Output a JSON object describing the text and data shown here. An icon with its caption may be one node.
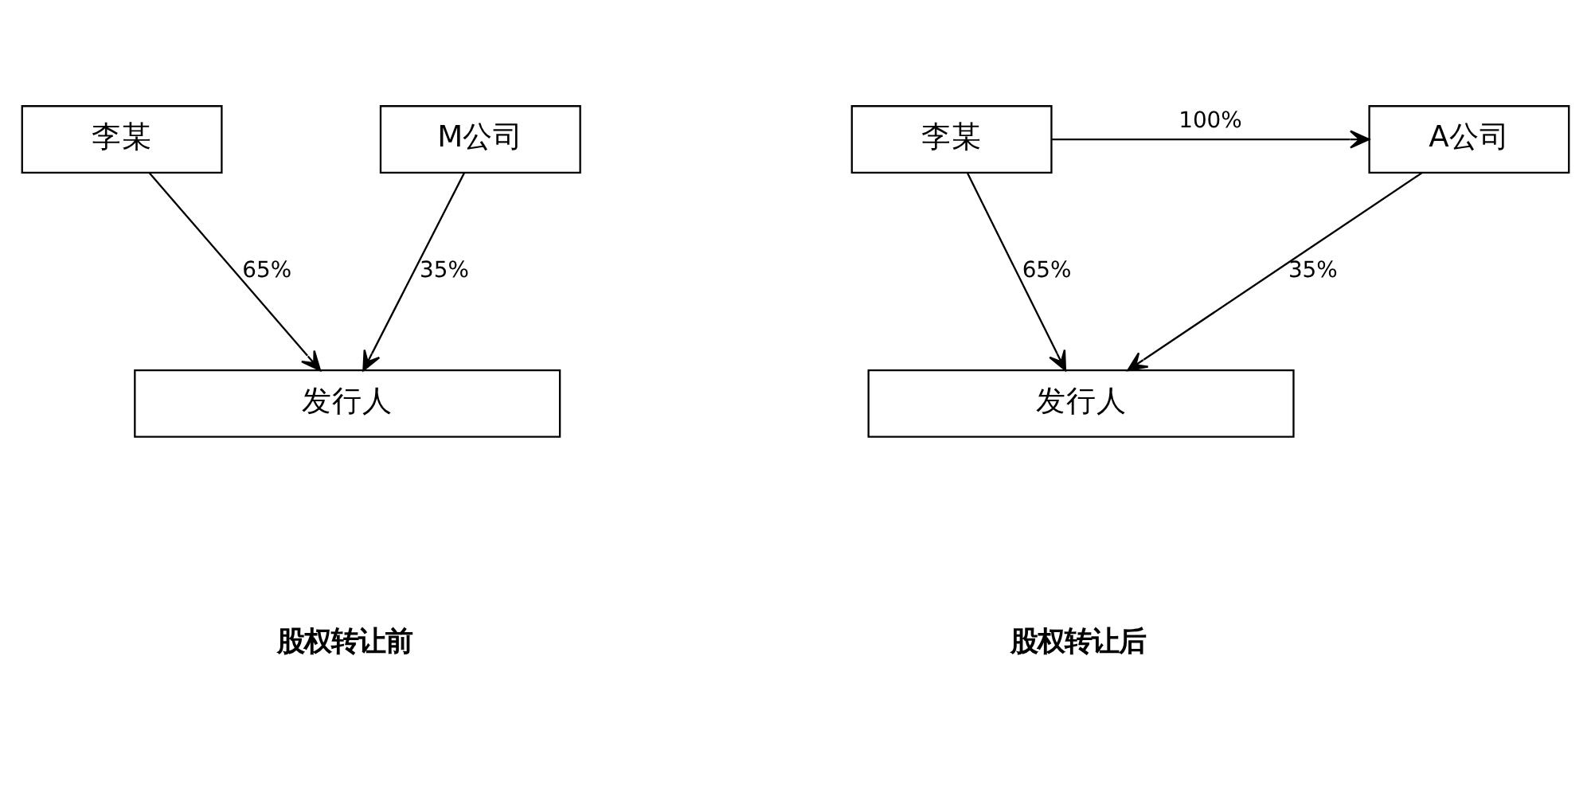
{
  "diagram": {
    "nodes": [
      {
        "text": [
          "李某"
        ]
      },
      {
        "text": [
          "M公司"
        ]
      },
      {
        "text": [
          "发行人"
        ]
      },
      {
        "text": [
          "李某"
        ]
      },
      {
        "text": [
          "A公司"
        ]
      },
      {
        "text": [
          "发行人"
        ]
      }
    ],
    "edges": [
      {
        "from": 0,
        "to": 2,
        "arrow": "to",
        "label": "65%"
      },
      {
        "from": 1,
        "to": 2,
        "arrow": "to",
        "label": "35%"
      },
      {
        "from": 3,
        "to": 4,
        "arrow": "to",
        "label": "100%"
      },
      {
        "from": 3,
        "to": 5,
        "arrow": "to",
        "label": "65%"
      },
      {
        "from": 4,
        "to": 5,
        "arrow": "to",
        "label": "35%"
      }
    ],
    "labels": [
      "股权转让前",
      "股权转让后"
    ]
  }
}
